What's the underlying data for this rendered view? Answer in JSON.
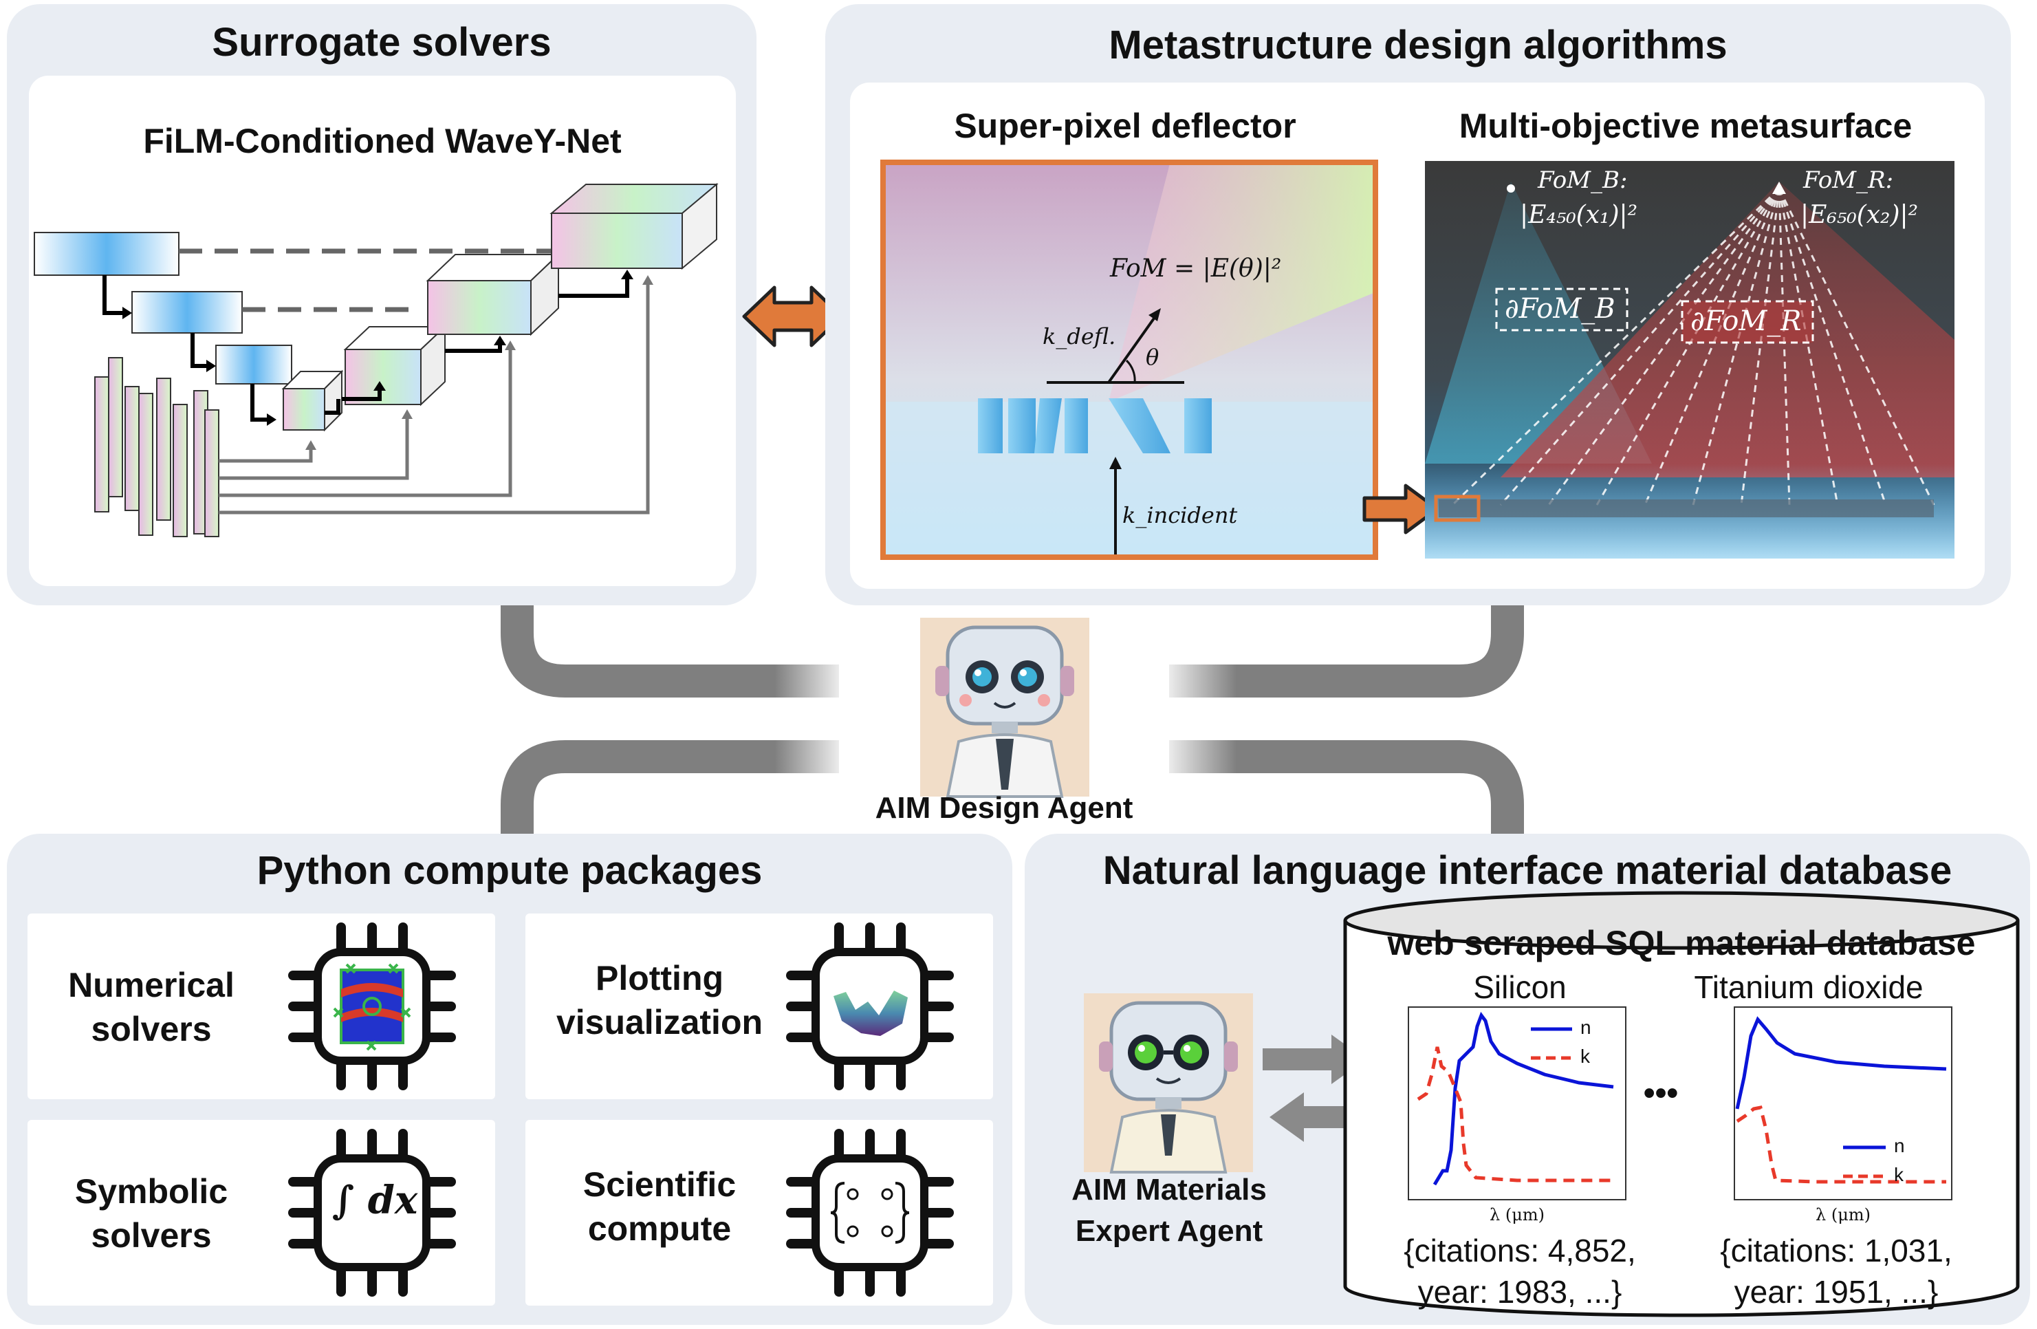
{
  "colors": {
    "panel_bg": "#e9edf3",
    "connector": "#7f7f7f",
    "accent_orange": "#e07a3a",
    "n_curve": "#0a14d8",
    "k_curve": "#e8392a"
  },
  "surrogate": {
    "title": "Surrogate solvers",
    "subtitle": "FiLM-Conditioned WaveY-Net"
  },
  "metastructure": {
    "title": "Metastructure design algorithms",
    "deflector": {
      "title": "Super-pixel deflector",
      "fom": "FoM = |E(θ)|²",
      "k_defl": "k_defl.",
      "theta": "θ",
      "k_incident": "k_incident"
    },
    "metasurface": {
      "title": "Multi-objective metasurface",
      "fom_b_name": "FoM_B:",
      "fom_b_expr": "|E₄₅₀(x₁)|²",
      "fom_r_name": "FoM_R:",
      "fom_r_expr": "|E₆₅₀(x₂)|²",
      "grad_b": "∂FoM_B",
      "grad_r": "∂FoM_R"
    }
  },
  "agent": {
    "label": "AIM Design Agent",
    "icon": "robot-agent-icon"
  },
  "python": {
    "title": "Python compute packages",
    "cards": [
      {
        "label_line1": "Numerical",
        "label_line2": "solvers",
        "icon": "field-chip-icon"
      },
      {
        "label_line1": "Plotting",
        "label_line2": "visualization",
        "icon": "surface-plot-chip-icon"
      },
      {
        "label_line1": "Symbolic",
        "label_line2": "solvers",
        "icon": "integral-chip-icon",
        "glyph": "∫ dx"
      },
      {
        "label_line1": "Scientific",
        "label_line2": "compute",
        "icon": "matrix-chip-icon"
      }
    ]
  },
  "materials": {
    "title": "Natural language interface material database",
    "db_title": "web scraped SQL material database",
    "expert_line1": "AIM Materials",
    "expert_line2": "Expert Agent",
    "ellipsis": "•••",
    "charts": [
      {
        "name": "Silicon",
        "xlabel": "λ (μm)",
        "legend_n": "n",
        "legend_k": "k",
        "meta_line1": "{citations: 4,852,",
        "meta_line2": "year: 1983, ...}"
      },
      {
        "name": "Titanium dioxide",
        "xlabel": "λ (μm)",
        "legend_n": "n",
        "legend_k": "k",
        "meta_line1": "{citations: 1,031,",
        "meta_line2": "year: 1951, ...}"
      }
    ]
  }
}
